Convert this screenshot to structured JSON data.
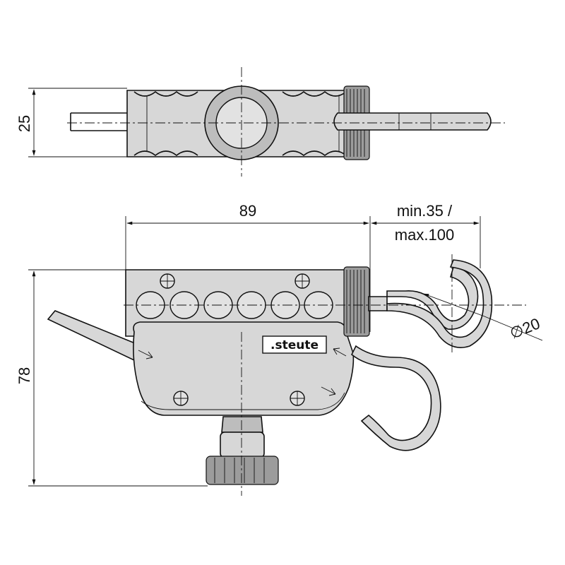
{
  "dimensions": {
    "top_height": "25",
    "body_width": "89",
    "extension_line1": "min.35 /",
    "extension_line2": "max.100",
    "total_height": "78",
    "hook_diameter": "∅20"
  },
  "brand": ".steute",
  "colors": {
    "line": "#111111",
    "body": "#d7d7d7",
    "body_dark": "#bdbdbd",
    "knurl": "#9c9c9c"
  }
}
